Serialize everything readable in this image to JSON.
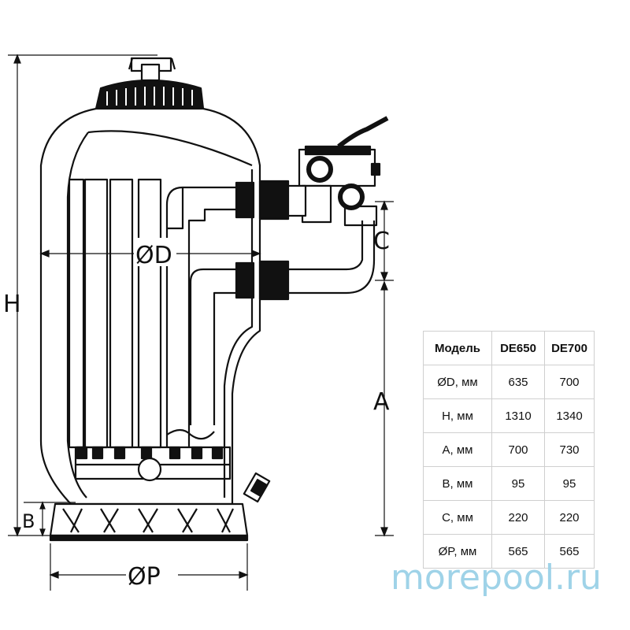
{
  "dimensions": {
    "h": "H",
    "a": "A",
    "b": "B",
    "c": "C",
    "d": "ØD",
    "p": "ØP"
  },
  "table": {
    "headers": [
      "Модель",
      "DE650",
      "DE700"
    ],
    "rows": [
      [
        "ØD, мм",
        "635",
        "700"
      ],
      [
        "H, мм",
        "1310",
        "1340"
      ],
      [
        "A, мм",
        "700",
        "730"
      ],
      [
        "B, мм",
        "95",
        "95"
      ],
      [
        "C, мм",
        "220",
        "220"
      ],
      [
        "ØP, мм",
        "565",
        "565"
      ]
    ]
  },
  "watermark": "morepool.ru"
}
